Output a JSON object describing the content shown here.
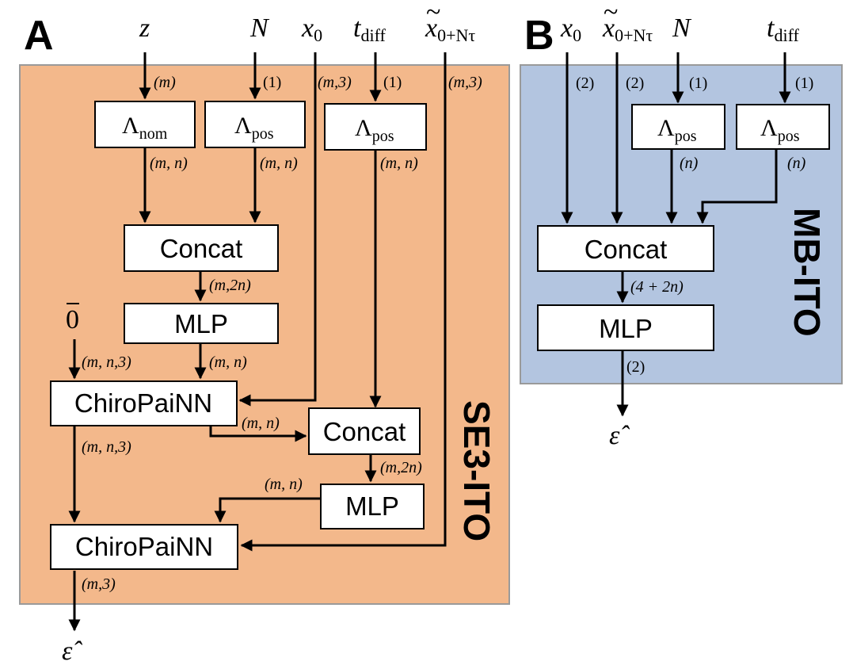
{
  "panels": {
    "a": {
      "letter": "A",
      "title": "SE3-ITO",
      "inputs": {
        "z": "z",
        "n": "N",
        "x0_base": "x",
        "x0_sub": "0",
        "t_base": "t",
        "t_sub": "diff",
        "xt_tilde": "~",
        "xt_base": "x",
        "xt_sub": "0+Nτ",
        "zero_bar": "0"
      },
      "blocks": {
        "lam_nom_base": "Λ",
        "lam_nom_sub": "nom",
        "lam_pos1_base": "Λ",
        "lam_pos1_sub": "pos",
        "lam_pos2_base": "Λ",
        "lam_pos2_sub": "pos",
        "concat1": "Concat",
        "mlp1": "MLP",
        "chiro1": "ChiroPaiNN",
        "concat2": "Concat",
        "mlp2": "MLP",
        "chiro2": "ChiroPaiNN"
      },
      "dims": {
        "z_in": "(m)",
        "n_in": "(1)",
        "x0_in": "(m,3)",
        "t_in": "(1)",
        "xt_in": "(m,3)",
        "lam_nom_out": "(m, n)",
        "lam_pos1_out": "(m, n)",
        "lam_pos2_out": "(m, n)",
        "concat1_out": "(m,2n)",
        "zero_in": "(m, n,3)",
        "mlp1_out": "(m, n)",
        "chiro1_side": "(m, n)",
        "chiro1_down": "(m, n,3)",
        "concat2_out": "(m,2n)",
        "mlp2_out": "(m, n)",
        "chiro2_out": "(m,3)"
      },
      "output": "ε̂"
    },
    "b": {
      "letter": "B",
      "title": "MB-ITO",
      "inputs": {
        "x0_base": "x",
        "x0_sub": "0",
        "xt_tilde": "~",
        "xt_base": "x",
        "xt_sub": "0+Nτ",
        "n": "N",
        "t_base": "t",
        "t_sub": "diff"
      },
      "blocks": {
        "lam_pos1_base": "Λ",
        "lam_pos1_sub": "pos",
        "lam_pos2_base": "Λ",
        "lam_pos2_sub": "pos",
        "concat": "Concat",
        "mlp": "MLP"
      },
      "dims": {
        "x0_in": "(2)",
        "xt_in": "(2)",
        "n_in": "(1)",
        "t_in": "(1)",
        "lam1_out": "(n)",
        "lam2_out": "(n)",
        "concat_out": "(4 + 2n)",
        "mlp_out": "(2)"
      },
      "output": "ε̂"
    },
    "colors": {
      "panel_a_fill": "#f3b88b",
      "panel_b_fill": "#b3c5e0",
      "border": "#9a9a9a"
    }
  }
}
